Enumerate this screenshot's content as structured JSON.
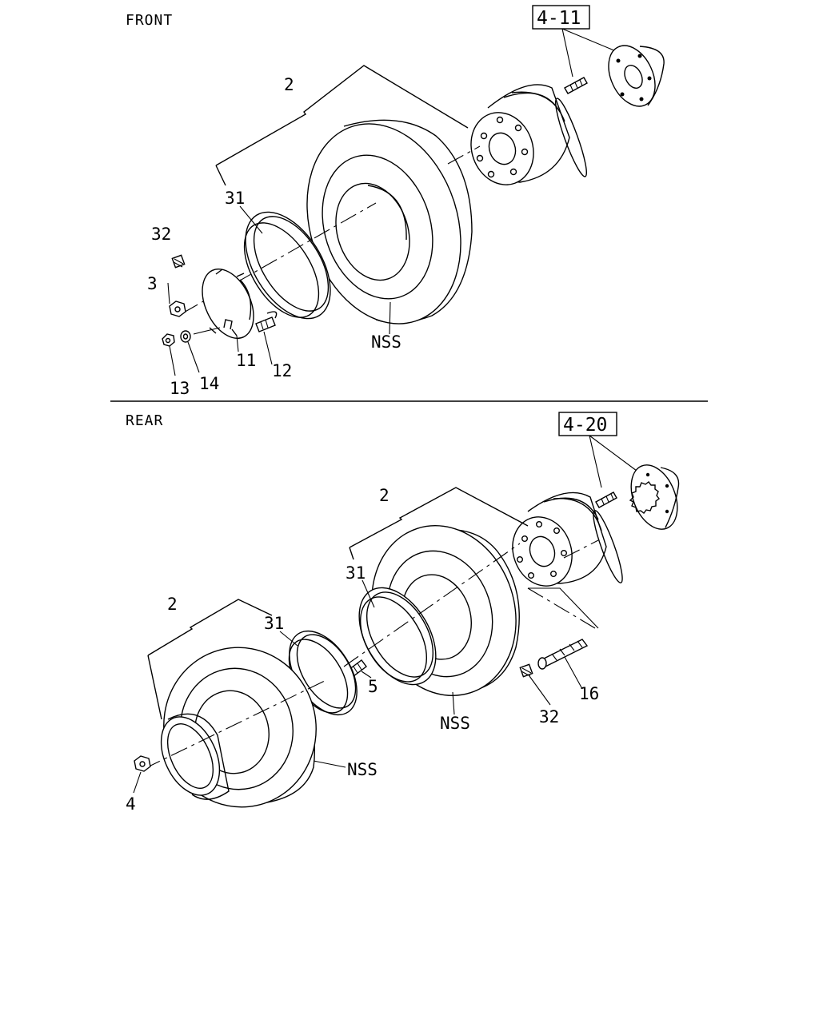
{
  "sections": {
    "front": "FRONT",
    "rear": "REAR"
  },
  "refs": {
    "front": "4-11",
    "rear": "4-20"
  },
  "front_labels": {
    "assembly": "2",
    "ring": "31",
    "valve_cap": "32",
    "nut": "3",
    "cover": "11",
    "bolt": "12",
    "small_nut": "13",
    "washer": "14",
    "tire": "NSS"
  },
  "rear_labels": {
    "inner_assembly": "2",
    "outer_assembly": "2",
    "inner_ring": "31",
    "outer_ring": "31",
    "stud": "5",
    "tire_inner": "NSS",
    "tire_outer": "NSS",
    "valve_cap": "32",
    "valve_extension": "16",
    "nut": "4"
  }
}
